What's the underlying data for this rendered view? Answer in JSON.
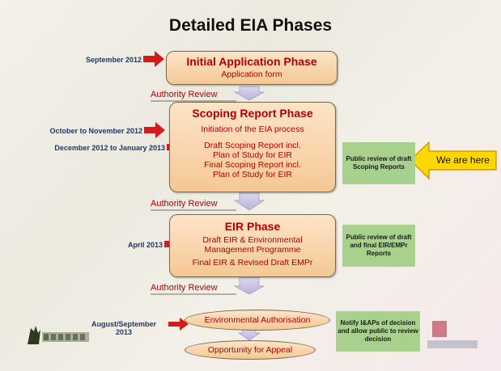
{
  "title": "Detailed EIA Phases",
  "phases": {
    "initial": {
      "heading": "Initial Application Phase",
      "lines": [
        "Application form"
      ]
    },
    "scoping": {
      "heading": "Scoping Report Phase",
      "lines": [
        "Initiation of the EIA process",
        "Draft Scoping Report incl.",
        "Plan of Study for EIR",
        "Final Scoping Report incl.",
        "Plan of Study for EIR"
      ]
    },
    "eir": {
      "heading": "EIR Phase",
      "lines": [
        "Draft EIR & Environmental",
        "Management Programme",
        "Final EIR & Revised Draft EMPr"
      ]
    },
    "authorisation": "Environmental Authorisation",
    "appeal": "Opportunity for Appeal"
  },
  "authority_review": "Authority Review",
  "dates": {
    "d1": "September 2012",
    "d2": "October to November 2012",
    "d3": "December 2012 to January 2013",
    "d4": "April 2013",
    "d5_line1": "August/September",
    "d5_line2": "2013"
  },
  "notes": {
    "scoping": "Public review of draft Scoping Reports",
    "eir": "Public review of draft and final EIR/EMPr Reports",
    "decision": "Notify I&APs of decision and allow public to review decision"
  },
  "we_are_here": "We are here",
  "colors": {
    "arrow": "#d01c1c",
    "box_fill": "#f9d7ae",
    "note_fill": "#a9d18e",
    "here_fill": "#ffd700",
    "date": "#1f3864",
    "phase_text": "#b00000"
  }
}
